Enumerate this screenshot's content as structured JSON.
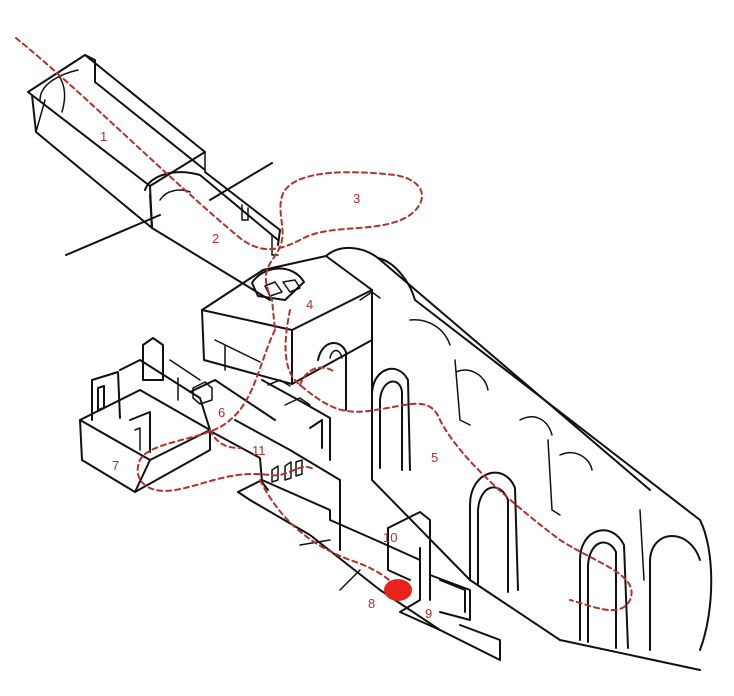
{
  "diagram": {
    "labels": [
      {
        "id": "1",
        "text": "1"
      },
      {
        "id": "2",
        "text": "2"
      },
      {
        "id": "3",
        "text": "3"
      },
      {
        "id": "4",
        "text": "4"
      },
      {
        "id": "5",
        "text": "5"
      },
      {
        "id": "6",
        "text": "6"
      },
      {
        "id": "7",
        "text": "7"
      },
      {
        "id": "8",
        "text": "8"
      },
      {
        "id": "9",
        "text": "9"
      },
      {
        "id": "10",
        "text": "10"
      },
      {
        "id": "11",
        "text": "11"
      }
    ],
    "colors": {
      "ink": "#111111",
      "path": "#b5302a",
      "marker": "#e8231c",
      "background": "#ffffff"
    }
  }
}
